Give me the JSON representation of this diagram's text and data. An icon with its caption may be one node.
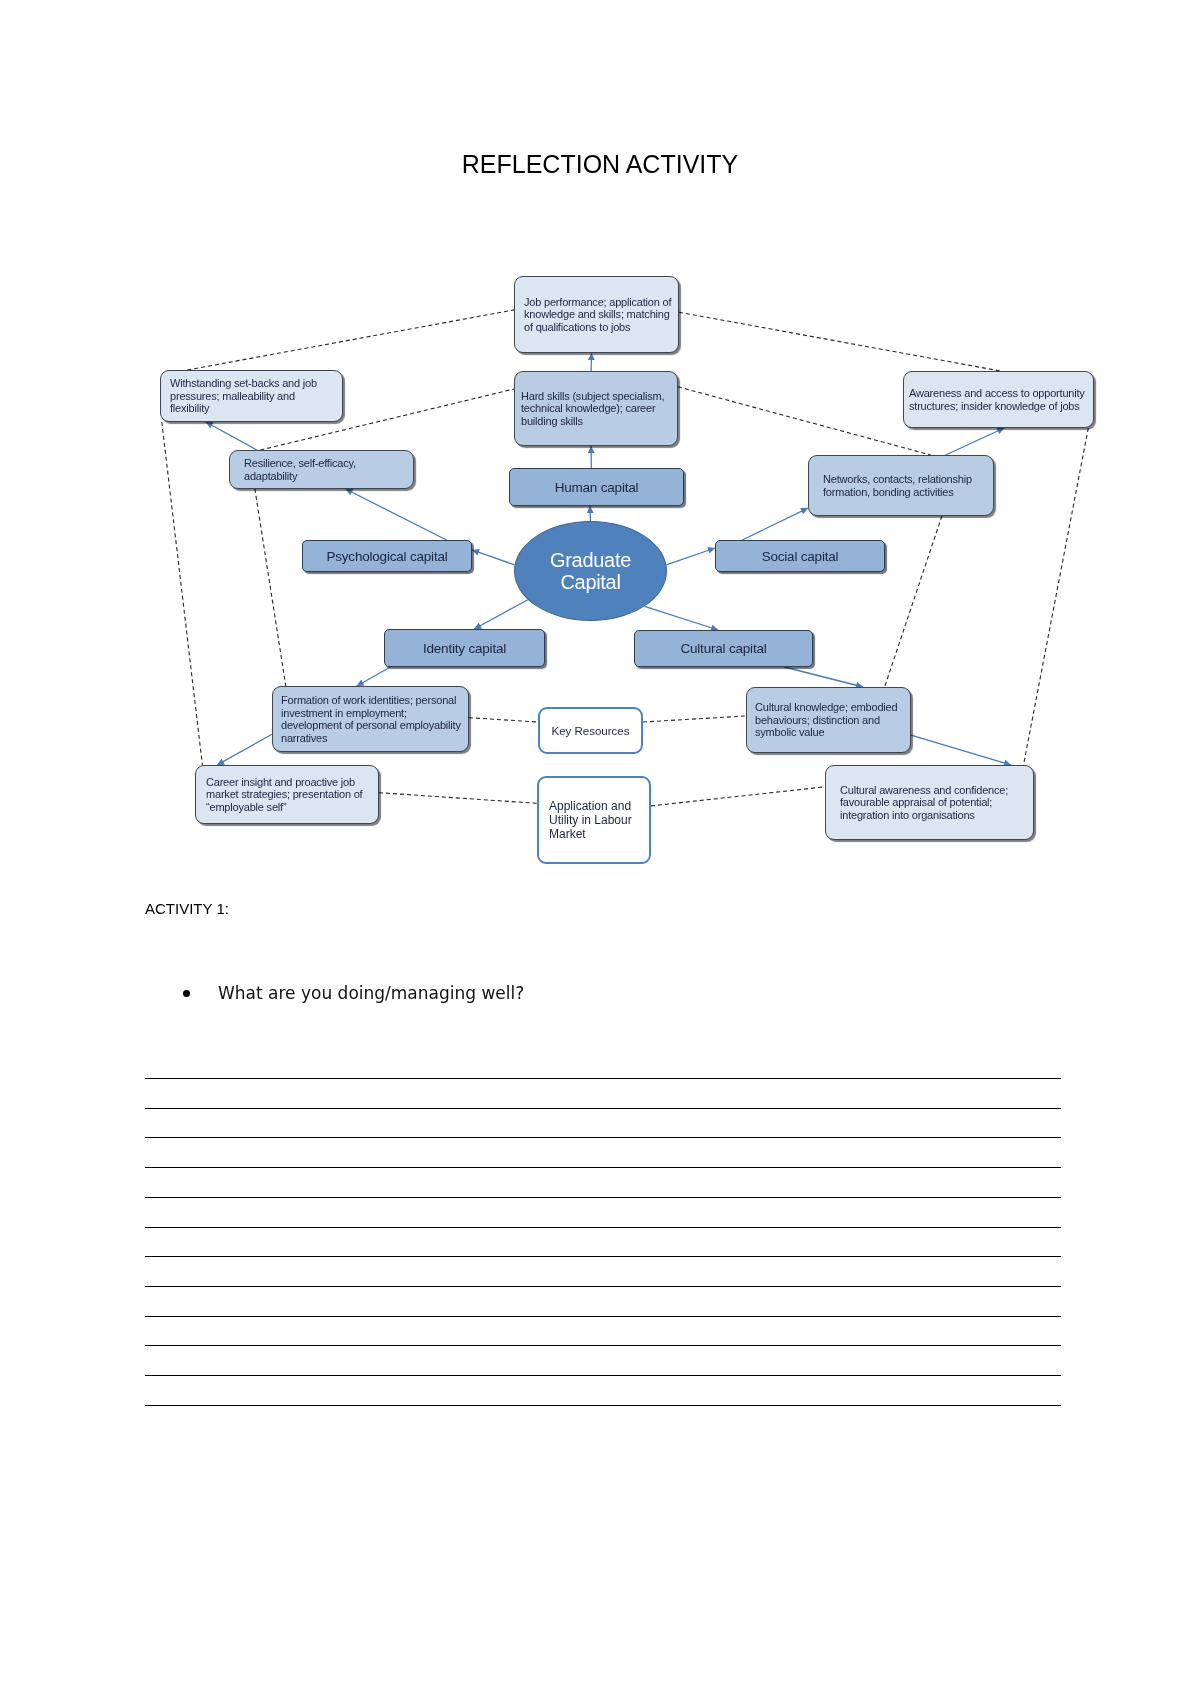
{
  "diagram": {
    "title": "REFLECTION ACTIVITY",
    "nodes": [
      {
        "text": [
          "Job performance; application of knowledge and skills; matching of qualifications to jobs"
        ]
      },
      {
        "text": [
          "Withstanding set-backs and job pressures; malleability and flexibility"
        ]
      },
      {
        "text": [
          "Awareness and access to opportunity structures; insider knowledge of jobs"
        ]
      },
      {
        "text": [
          "Hard skills (subject specialism, technical knowledge); career building skills"
        ]
      },
      {
        "text": [
          "Resilience, self-efficacy, adaptability"
        ]
      },
      {
        "text": [
          "Networks, contacts, relationship formation, bonding activities"
        ]
      },
      {
        "text": [
          "Human capital"
        ]
      },
      {
        "text": [
          "Psychological capital"
        ]
      },
      {
        "text": [
          "Graduate Capital"
        ]
      },
      {
        "text": [
          "Social capital"
        ]
      },
      {
        "text": [
          "Identity capital"
        ]
      },
      {
        "text": [
          "Cultural capital"
        ]
      },
      {
        "text": [
          "Formation of work identities; personal investment in employment; development of personal employability narratives"
        ]
      },
      {
        "text": [
          "Key Resources"
        ]
      },
      {
        "text": [
          "Cultural knowledge; embodied behaviours; distinction and symbolic value"
        ]
      },
      {
        "text": [
          "Career insight and proactive job market strategies; presentation of “employable self”"
        ]
      },
      {
        "text": [
          "Application and Utility in Labour Market"
        ]
      },
      {
        "text": [
          "Cultural awareness and confidence; favourable appraisal of potential; integration into organisations"
        ]
      }
    ],
    "edges": [
      {
        "from": 8,
        "to": 6,
        "arrow": "to"
      },
      {
        "from": 6,
        "to": 3,
        "arrow": "to"
      },
      {
        "from": 3,
        "to": 0,
        "arrow": "to"
      },
      {
        "from": 8,
        "to": 7,
        "arrow": "to"
      },
      {
        "from": 7,
        "to": 4,
        "arrow": "to"
      },
      {
        "from": 4,
        "to": 1,
        "arrow": "to"
      },
      {
        "from": 8,
        "to": 9,
        "arrow": "to"
      },
      {
        "from": 9,
        "to": 5,
        "arrow": "to"
      },
      {
        "from": 5,
        "to": 2,
        "arrow": "to"
      },
      {
        "from": 8,
        "to": 10,
        "arrow": "to"
      },
      {
        "from": 10,
        "to": 12,
        "arrow": "to"
      },
      {
        "from": 12,
        "to": 15,
        "arrow": "to"
      },
      {
        "from": 8,
        "to": 11,
        "arrow": "to"
      },
      {
        "from": 11,
        "to": 14,
        "arrow": "to"
      },
      {
        "from": 14,
        "to": 17,
        "arrow": "to"
      },
      {
        "from": 1,
        "to": 0,
        "arrow": "none",
        "style": "dashed",
        "color": "#262626"
      },
      {
        "from": 0,
        "to": 2,
        "arrow": "none",
        "style": "dashed",
        "color": "#262626"
      },
      {
        "from": 4,
        "to": 3,
        "arrow": "none",
        "style": "dashed",
        "color": "#262626"
      },
      {
        "from": 3,
        "to": 5,
        "arrow": "none",
        "style": "dashed",
        "color": "#262626"
      },
      {
        "from": 1,
        "to": 15,
        "arrow": "none",
        "style": "dashed",
        "color": "#262626"
      },
      {
        "from": 4,
        "to": 12,
        "arrow": "none",
        "style": "dashed",
        "color": "#262626"
      },
      {
        "from": 5,
        "to": 14,
        "arrow": "none",
        "style": "dashed",
        "color": "#262626"
      },
      {
        "from": 2,
        "to": 17,
        "arrow": "none",
        "style": "dashed",
        "color": "#262626"
      },
      {
        "from": 12,
        "to": 13,
        "arrow": "none",
        "style": "dashed",
        "color": "#262626"
      },
      {
        "from": 13,
        "to": 14,
        "arrow": "none",
        "style": "dashed",
        "color": "#262626"
      },
      {
        "from": 15,
        "to": 16,
        "arrow": "none",
        "style": "dashed",
        "color": "#262626"
      },
      {
        "from": 16,
        "to": 17,
        "arrow": "none",
        "style": "dashed",
        "color": "#262626"
      }
    ],
    "labels": [
      "ACTIVITY 1:",
      "What are you doing/managing well?"
    ]
  }
}
